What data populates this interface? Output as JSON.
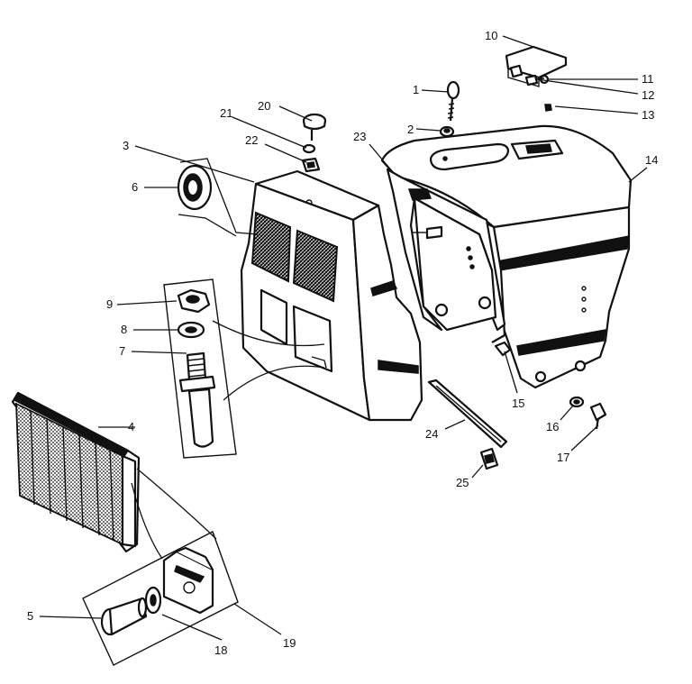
{
  "diagram": {
    "callouts": [
      {
        "id": "c1",
        "label": "1"
      },
      {
        "id": "c2",
        "label": "2"
      },
      {
        "id": "c3",
        "label": "3"
      },
      {
        "id": "c4",
        "label": "4"
      },
      {
        "id": "c5",
        "label": "5"
      },
      {
        "id": "c6",
        "label": "6"
      },
      {
        "id": "c7",
        "label": "7"
      },
      {
        "id": "c8",
        "label": "8"
      },
      {
        "id": "c9",
        "label": "9"
      },
      {
        "id": "c10",
        "label": "10"
      },
      {
        "id": "c11",
        "label": "11"
      },
      {
        "id": "c12",
        "label": "12"
      },
      {
        "id": "c13",
        "label": "13"
      },
      {
        "id": "c14",
        "label": "14"
      },
      {
        "id": "c15",
        "label": "15"
      },
      {
        "id": "c16",
        "label": "16"
      },
      {
        "id": "c17",
        "label": "17"
      },
      {
        "id": "c18",
        "label": "18"
      },
      {
        "id": "c19",
        "label": "19"
      },
      {
        "id": "c20",
        "label": "20"
      },
      {
        "id": "c21",
        "label": "21"
      },
      {
        "id": "c22",
        "label": "22"
      },
      {
        "id": "c23",
        "label": "23"
      },
      {
        "id": "c24",
        "label": "24"
      },
      {
        "id": "c25",
        "label": "25"
      }
    ]
  }
}
